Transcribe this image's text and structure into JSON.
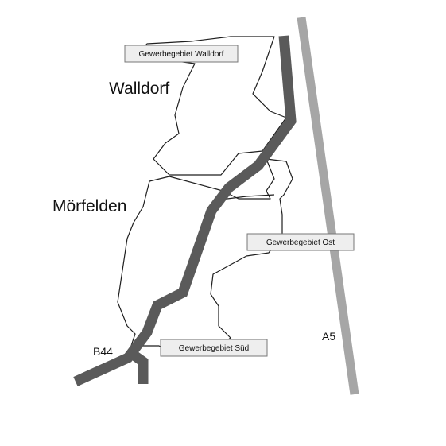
{
  "towns": {
    "walldorf": "Walldorf",
    "moerfelden": "Mörfelden"
  },
  "roads": {
    "b44": "B44",
    "a5": "A5"
  },
  "areas": {
    "walldorf": "Gewerbegebiet Walldorf",
    "ost": "Gewerbegebiet Ost",
    "sued": "Gewerbegebiet Süd"
  },
  "colors": {
    "b44_road": "#5a5a5a",
    "a5_road": "#a6a6a6",
    "label_box": "#eeeeee"
  }
}
